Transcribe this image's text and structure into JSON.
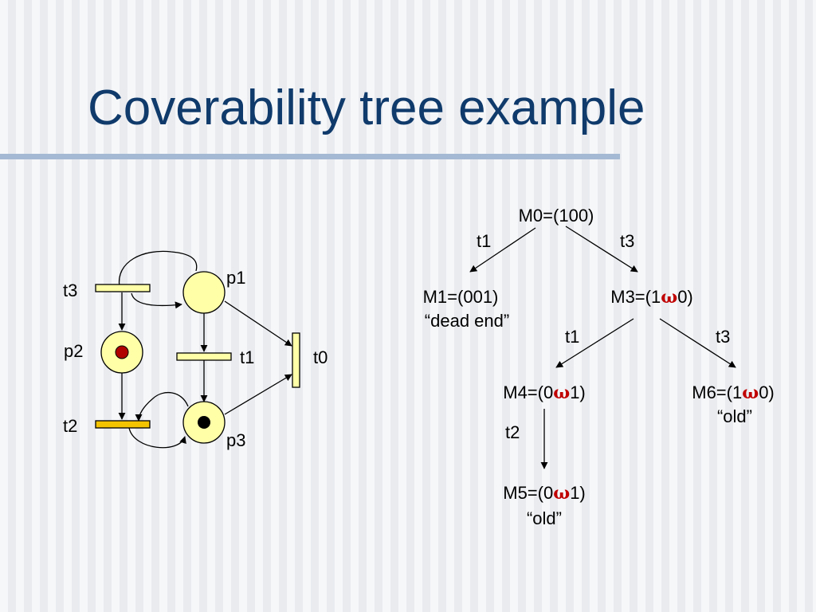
{
  "slide": {
    "title": "Coverability tree example"
  },
  "petri_net": {
    "places": {
      "p1": "p1",
      "p2": "p2",
      "p3": "p3"
    },
    "transitions": {
      "t0": "t0",
      "t1": "t1",
      "t2": "t2",
      "t3": "t3"
    },
    "tokens": {
      "p1": 0,
      "p2": 1,
      "p3": 1
    },
    "colors": {
      "place_fill": "#ffffa8",
      "transition_fill": "#ffffa8",
      "transition_t2_fill": "#f5c400",
      "token_p2": "#b00000",
      "token_p3": "#000000"
    }
  },
  "tree": {
    "m0": {
      "label": "M0=(100)"
    },
    "m1": {
      "label": "M1=(001)",
      "note": "“dead end”"
    },
    "m3": {
      "prefix": "M3=(1",
      "omega": "ω",
      "suffix": "0)"
    },
    "m4": {
      "prefix": "M4=(0",
      "omega": "ω",
      "suffix": "1)"
    },
    "m5": {
      "prefix": "M5=(0",
      "omega": "ω",
      "suffix": "1)",
      "note": "“old”"
    },
    "m6": {
      "prefix": "M6=(1",
      "omega": "ω",
      "suffix": "0)",
      "note": "“old”"
    },
    "edges": {
      "m0_m1": "t1",
      "m0_m3": "t3",
      "m3_m4": "t1",
      "m3_m6": "t3",
      "m4_m5": "t2"
    },
    "colors": {
      "omega": "#c00000"
    }
  }
}
